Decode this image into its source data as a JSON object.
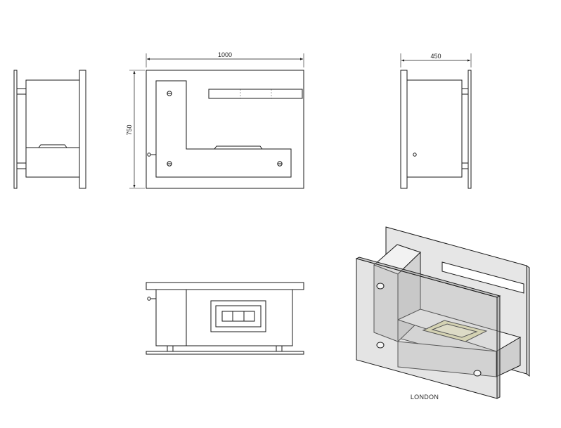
{
  "drawing": {
    "front_view": {
      "width_label": "1000",
      "height_label": "750"
    },
    "side_view_right": {
      "depth_label": "450"
    },
    "caption": "LONDON"
  },
  "colors": {
    "line": "#1a1a1a",
    "glass": "#b9b9b9",
    "panel": "#d9d9d9",
    "burner": "#e6e2b0"
  }
}
